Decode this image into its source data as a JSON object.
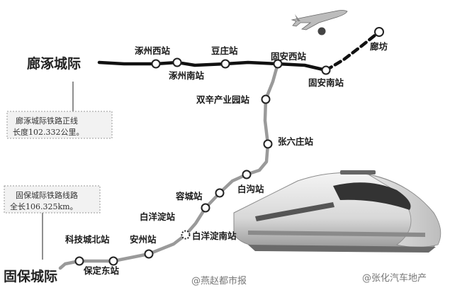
{
  "lines": {
    "langzhuo": {
      "title": "廊涿城际"
    },
    "gubao": {
      "title": "固保城际"
    }
  },
  "stations": {
    "zhuozhou_west": "涿州西站",
    "zhuozhou_south": "涿州南站",
    "douzhuang": "豆庄站",
    "guan_west": "固安西站",
    "guan_south": "固安南站",
    "langfang": "廊坊",
    "shuangxin": "双辛产业园站",
    "zhangliuzhuang": "张六庄站",
    "baigou": "白沟站",
    "rongcheng": "容城站",
    "baiyangdian": "白洋淀站",
    "baiyangdian_south": "白洋淀南站",
    "anzhou": "安州站",
    "kejicheng_north": "科技城北站",
    "baoding_east": "保定东站"
  },
  "info_boxes": [
    {
      "line1": "廊涿城际铁路正线",
      "line2": "长度102.332公里。"
    },
    {
      "line1": "固保城际铁路线路",
      "line2": "全长106.325km。"
    }
  ],
  "watermarks": {
    "left": "@燕赵都市报",
    "right": "@张化汽车地产"
  },
  "icons": {
    "airport": "airplane-icon",
    "train": "high-speed-train-illustration"
  },
  "colors": {
    "langzhuo_line": "#111111",
    "gubao_line": "#9a9a9a",
    "station_fill": "#ffffff"
  }
}
